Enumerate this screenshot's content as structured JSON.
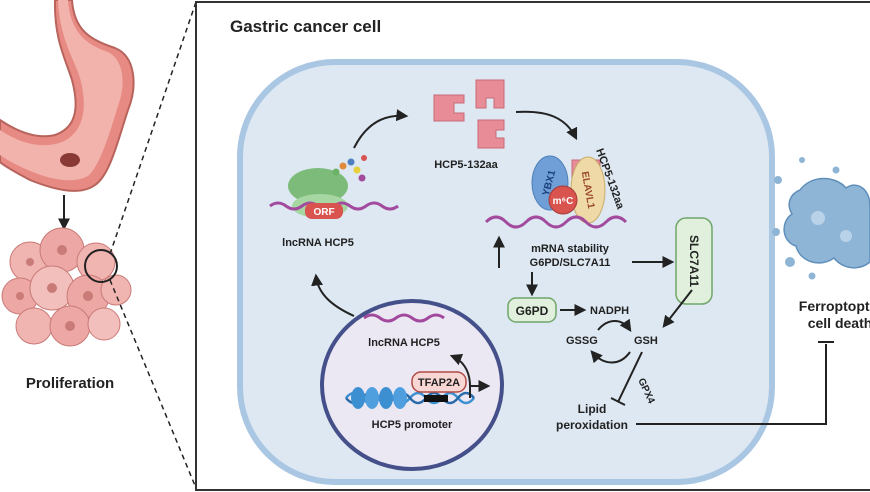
{
  "left_panel": {
    "proliferation_label": "Proliferation"
  },
  "inset": {
    "title": "Gastric cancer cell"
  },
  "translation": {
    "orf_label": "ORF",
    "lncrna_label": "lncRNA HCP5",
    "peptide_label": "HCP5-132aa"
  },
  "complex": {
    "ybx1_label": "YBX1",
    "elavl1_label": "ELAVL1",
    "m6c_label": "m⁶C",
    "peptide_label": "HCP5-132aa"
  },
  "mrna": {
    "stability_label": "mRNA stability",
    "targets_label": "G6PD/SLC7A11"
  },
  "nucleus": {
    "lncrna_label": "lncRNA HCP5",
    "tfap2a_label": "TFAP2A",
    "promoter_label": "HCP5 promoter"
  },
  "metabolism": {
    "g6pd_label": "G6PD",
    "nadph_label": "NADPH",
    "gssg_label": "GSSG",
    "gsh_label": "GSH",
    "slc7a11_label": "SLC7A11",
    "gpx4_label": "GPX4",
    "lipid_label": "Lipid",
    "peroxidation_label": "peroxidation"
  },
  "outcome": {
    "ferroptosis_line1": "Ferroptoptic",
    "ferroptosis_line2": "cell death"
  },
  "colors": {
    "cell_fill": "#dde8f2",
    "cell_border": "#a9c6e3",
    "nucleus_fill": "#ebe8f4",
    "nucleus_border": "#45508a",
    "peptide": "#e88d98",
    "green_box": "#e0f0dc",
    "green_border": "#6fa66a",
    "rna": "#a24a9e",
    "dna": "#3c8fd0",
    "stomach": "#e68a83",
    "tumor": "#e8a2a0",
    "dying_cell": "#8eb5d6"
  }
}
